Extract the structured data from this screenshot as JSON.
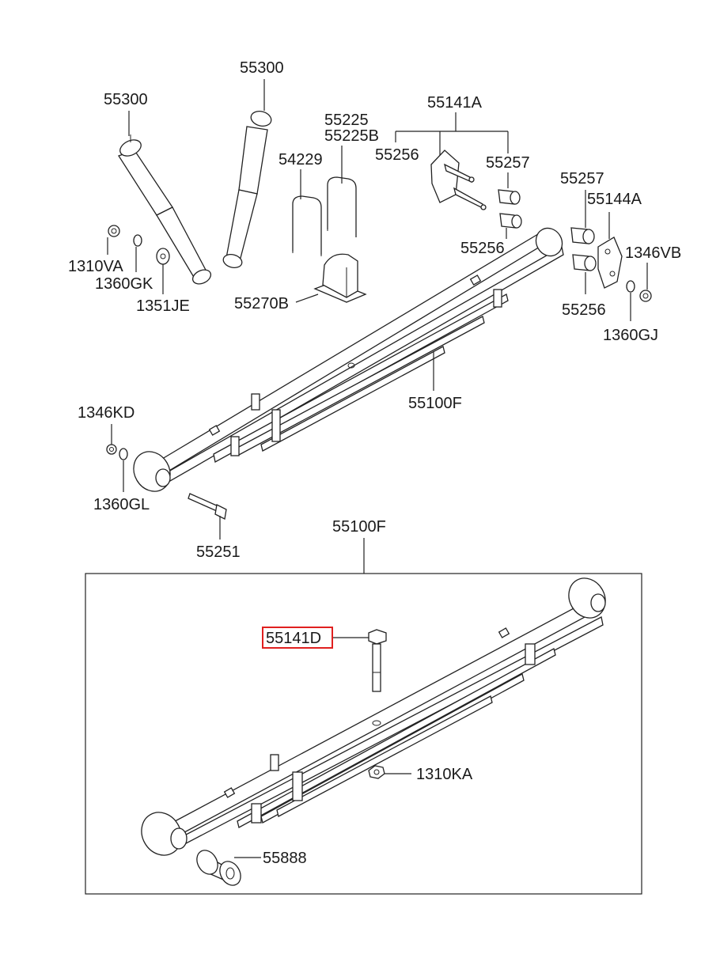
{
  "callouts": {
    "c55300a": "55300",
    "c55300b": "55300",
    "c55225": "55225",
    "c55225B": "55225B",
    "c54229": "54229",
    "c55141A": "55141A",
    "c55256a": "55256",
    "c55257a": "55257",
    "c55256b": "55256",
    "c55257b": "55257",
    "c55144A": "55144A",
    "c1346VB": "1346VB",
    "c55256c": "55256",
    "c1360GJ": "1360GJ",
    "c1310VA": "1310VA",
    "c1360GK": "1360GK",
    "c1351JE": "1351JE",
    "c55270B": "55270B",
    "c55100F_top": "55100F",
    "c1346KD": "1346KD",
    "c1360GL": "1360GL",
    "c55251": "55251",
    "c55100F_box": "55100F",
    "c55141D": "55141D",
    "c1310KA": "1310KA",
    "c55888": "55888"
  },
  "highlight": {
    "part": "55141D",
    "color": "#e0201f"
  }
}
